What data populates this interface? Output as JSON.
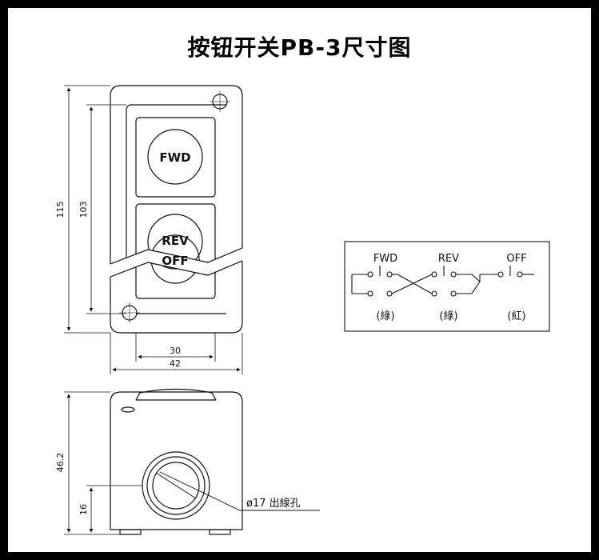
{
  "title": "按钮开关PB-3尺寸图",
  "front_view": {
    "buttons": [
      {
        "label": "FWD"
      },
      {
        "label": "REV"
      },
      {
        "label": "OFF"
      }
    ],
    "dimensions": {
      "total_height": "115",
      "button_span": "103",
      "inner_width": "30",
      "total_width": "42"
    }
  },
  "wiring_diagram": {
    "switches": [
      {
        "label": "FWD",
        "wire": "(綠)"
      },
      {
        "label": "REV",
        "wire": "(綠)"
      },
      {
        "label": "OFF",
        "wire": "(紅)"
      }
    ]
  },
  "side_view": {
    "dimensions": {
      "height": "46.2",
      "hole_height": "16"
    },
    "hole_callout": "ø17 出線孔"
  }
}
